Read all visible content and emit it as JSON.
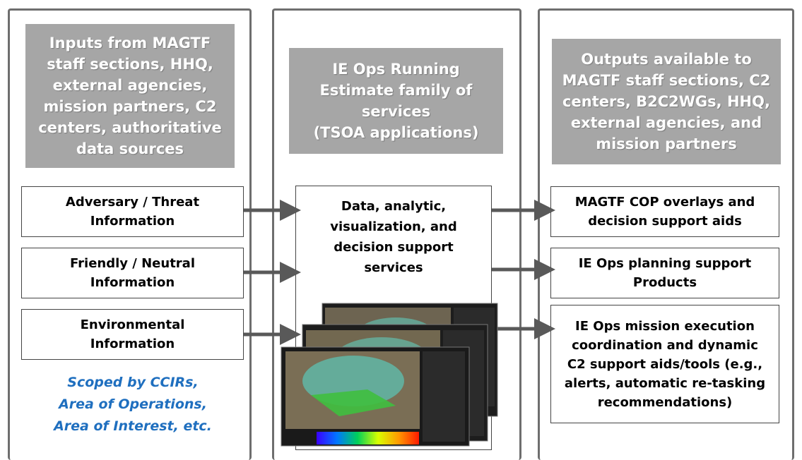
{
  "columns": {
    "inputs": {
      "header": "Inputs from MAGTF\nstaff sections, HHQ,\nexternal agencies,\nmission partners, C2\ncenters, authoritative\ndata sources",
      "boxes": [
        {
          "label": "Adversary / Threat\nInformation"
        },
        {
          "label": "Friendly / Neutral\nInformation"
        },
        {
          "label": "Environmental\nInformation"
        }
      ],
      "note": "Scoped by CCIRs,\nArea of Operations,\nArea of Interest, etc."
    },
    "services": {
      "header": "IE Ops Running\nEstimate family of\nservices\n(TSOA applications)",
      "box": "Data, analytic,\nvisualization, and\ndecision support\nservices"
    },
    "outputs": {
      "header": "Outputs available to\nMAGTF staff sections, C2\ncenters, B2C2WGs, HHQ,\nexternal agencies, and\nmission partners",
      "boxes": [
        {
          "label": "MAGTF COP overlays and\ndecision support aids"
        },
        {
          "label": "IE Ops planning support\nProducts"
        },
        {
          "label": "IE Ops mission execution\ncoordination and dynamic\nC2 support aids/tools (e.g.,\nalerts, automatic re-tasking\nrecommendations)"
        }
      ]
    }
  },
  "colors": {
    "header_bg": "#a6a6a6",
    "border": "#6e6e6e",
    "arrow": "#595959",
    "note_text": "#1f6fbf"
  },
  "icons": {
    "screenshots": "application-screenshot-stack"
  }
}
